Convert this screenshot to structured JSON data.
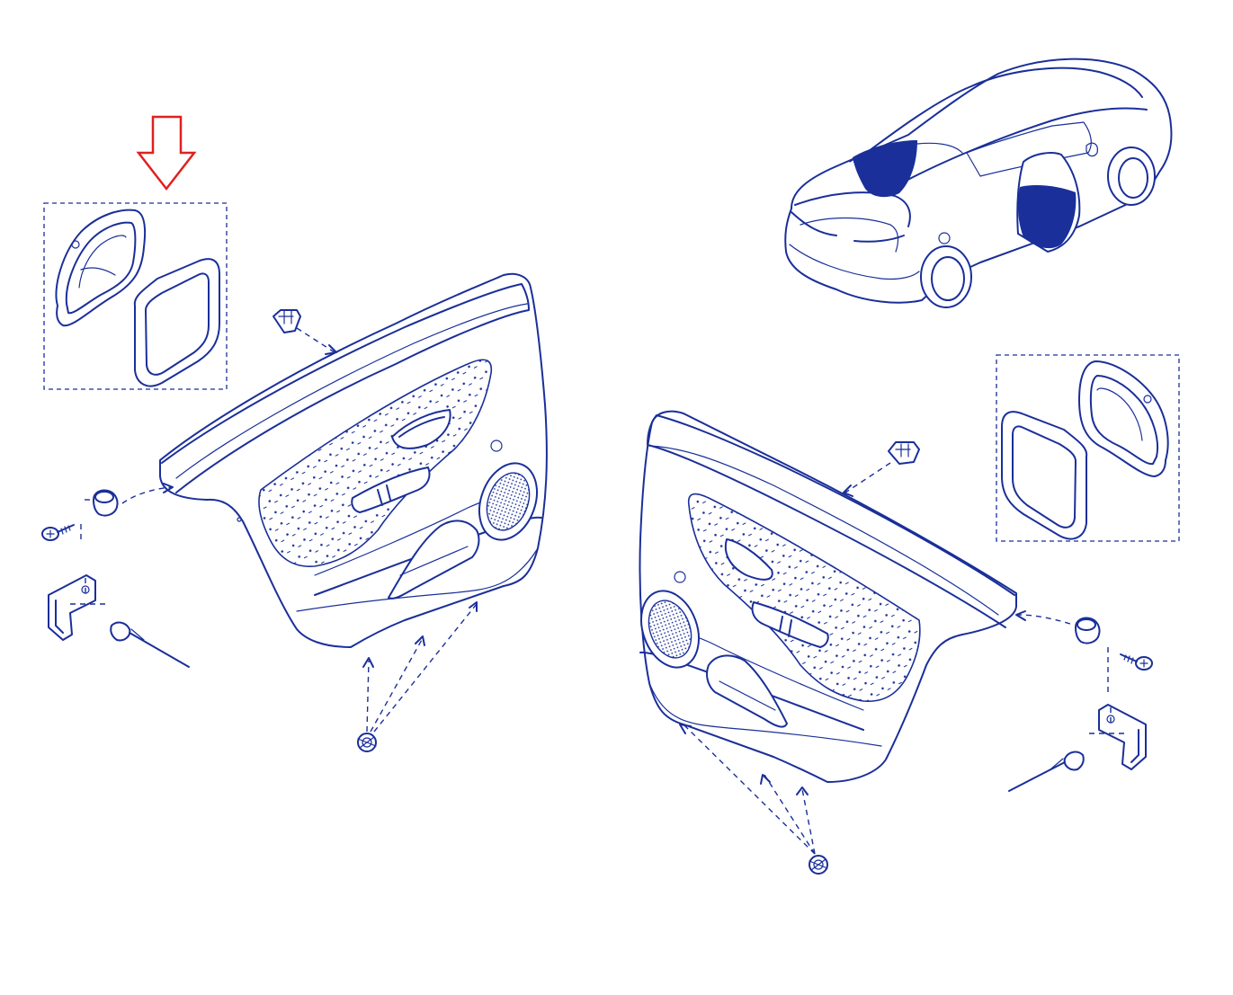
{
  "diagram": {
    "colors": {
      "line": "#1a2f99",
      "highlight_arrow": "#e02020",
      "background": "#ffffff"
    },
    "parts": [
      "door-trim-panel-left",
      "door-trim-panel-right",
      "trim-clip",
      "retainer-clip",
      "screw",
      "bracket",
      "rivet",
      "push-fastener",
      "handle-bezel-insert",
      "handle-surround"
    ]
  }
}
